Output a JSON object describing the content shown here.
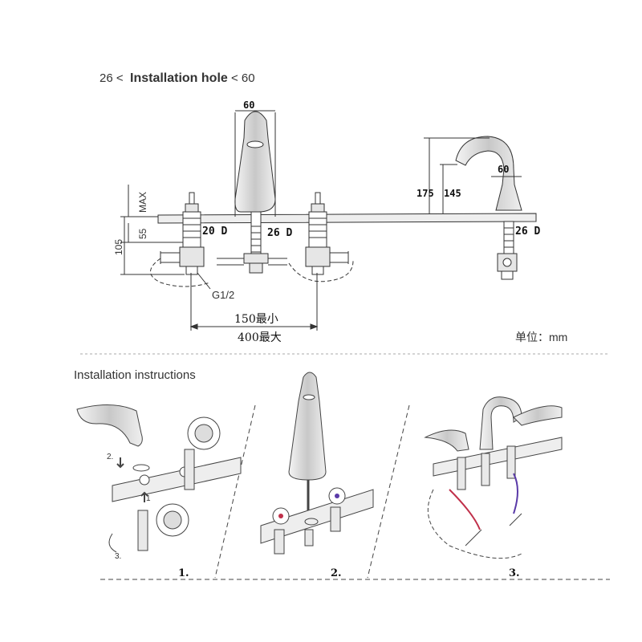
{
  "header": {
    "range_min": "26 <",
    "range_label": "Installation hole",
    "range_max": "< 60"
  },
  "dimensions": {
    "spout_width": "60",
    "side_spout_width": "60",
    "height_175": "175",
    "height_145": "145",
    "max_label": "MAX",
    "dim_55": "55",
    "dim_105": "105",
    "dia_20": "20 D",
    "dia_26": "26 D",
    "dia_26_side": "26 D",
    "thread": "G1/2",
    "spacing_min": "150最小",
    "spacing_max": "400最大"
  },
  "unit_label": "单位：mm",
  "instructions": {
    "title": "Installation instructions",
    "step_labels": [
      "1.",
      "2.",
      "3."
    ],
    "arrow_labels": [
      "2.",
      "1",
      "3."
    ]
  },
  "colors": {
    "line": "#333333",
    "fill_metal": "#d9d9d9",
    "hot": "#c0304a",
    "cold": "#5a3aa8"
  }
}
